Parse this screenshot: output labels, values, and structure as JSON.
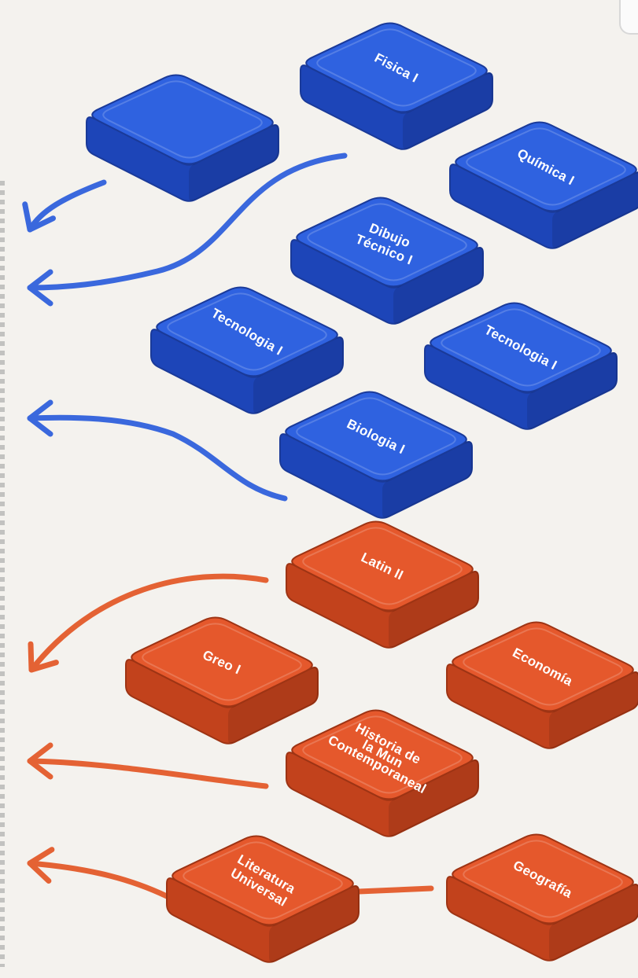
{
  "colors": {
    "background": "#f4f2ee",
    "blue_top": "#2f62e0",
    "blue_side": "#1d45b8",
    "blue_edge": "#1a3a99",
    "blue_arrow": "#3a68dd",
    "orange_top": "#e5582c",
    "orange_side": "#c2421c",
    "orange_edge": "#9e3414",
    "orange_arrow": "#e46234"
  },
  "blocks": [
    {
      "id": "blank",
      "lines": [],
      "color": "blue"
    },
    {
      "id": "fisica",
      "lines": [
        "Fisica I"
      ],
      "color": "blue"
    },
    {
      "id": "quimica",
      "lines": [
        "Química I"
      ],
      "color": "blue"
    },
    {
      "id": "dibujo",
      "lines": [
        "Dibujo",
        "Técnico I"
      ],
      "color": "blue"
    },
    {
      "id": "tecnologia-left",
      "lines": [
        "Tecnologia I"
      ],
      "color": "blue"
    },
    {
      "id": "tecnologia-right",
      "lines": [
        "Tecnologia I"
      ],
      "color": "blue"
    },
    {
      "id": "biologia",
      "lines": [
        "Biologia I"
      ],
      "color": "blue"
    },
    {
      "id": "latin",
      "lines": [
        "Latin II"
      ],
      "color": "orange"
    },
    {
      "id": "griego",
      "lines": [
        "Greo I"
      ],
      "color": "orange"
    },
    {
      "id": "economia",
      "lines": [
        "Economía"
      ],
      "color": "orange"
    },
    {
      "id": "historia",
      "lines": [
        "Historia de",
        "la Mun",
        "Contemporaneal"
      ],
      "color": "orange"
    },
    {
      "id": "literatura",
      "lines": [
        "Literatura",
        "Universal"
      ],
      "color": "orange"
    },
    {
      "id": "geografia",
      "lines": [
        "Geografía"
      ],
      "color": "orange"
    }
  ],
  "arrows": [
    {
      "id": "blue-arrow-1",
      "color": "blue"
    },
    {
      "id": "blue-arrow-2",
      "color": "blue"
    },
    {
      "id": "blue-arrow-3",
      "color": "blue"
    },
    {
      "id": "orange-arrow-1",
      "color": "orange"
    },
    {
      "id": "orange-arrow-2",
      "color": "orange"
    },
    {
      "id": "orange-arrow-3",
      "color": "orange"
    }
  ],
  "connector": {
    "id": "literatura-geografia-connector",
    "color": "orange"
  }
}
